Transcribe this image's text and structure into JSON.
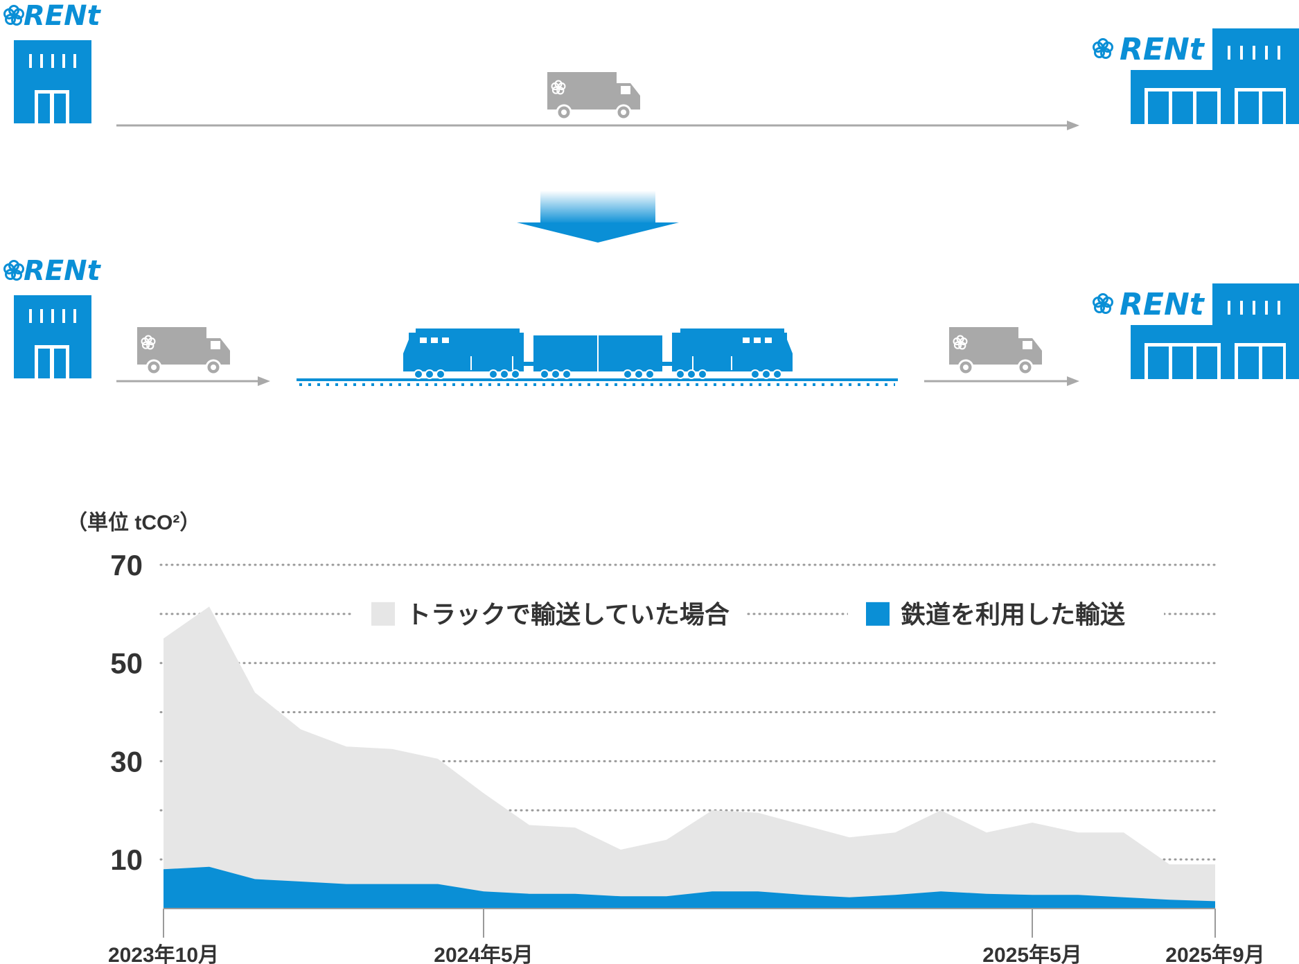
{
  "brand": {
    "logo_text": "RENt",
    "blue": "#0a8fd6",
    "gray": "#a9a9a9"
  },
  "diagram": {
    "top_row": [
      "rent-building-small",
      "truck-gray",
      "rent-building-large"
    ],
    "bottom_row": [
      "rent-building-small",
      "truck-gray",
      "freight-train-blue",
      "truck-gray",
      "rent-building-large"
    ],
    "transition_icon": "arrow-down-icon"
  },
  "chart_data": {
    "type": "area",
    "unit_label": "（単位 tCO²）",
    "ylim": [
      0,
      70
    ],
    "yticks": [
      10,
      30,
      50,
      70
    ],
    "grid": true,
    "x_labels": [
      "2023年10月",
      "2024年5月",
      "2025年5月",
      "2025年9月"
    ],
    "x_label_index": [
      0,
      7,
      19,
      23
    ],
    "legend_position": "top",
    "series": [
      {
        "name": "トラックで輸送していた場合",
        "color": "#e6e6e6",
        "values": [
          55,
          61.5,
          44,
          36.5,
          33,
          32.5,
          30.5,
          23.5,
          17,
          16.5,
          12,
          14,
          20,
          19.5,
          17,
          14.5,
          15.5,
          20,
          15.5,
          17.5,
          15.5,
          15.5,
          9,
          9
        ]
      },
      {
        "name": "鉄道を利用した輸送",
        "color": "#0a8fd6",
        "values": [
          8,
          8.5,
          6,
          5.5,
          5,
          5,
          5,
          3.5,
          3,
          3,
          2.5,
          2.5,
          3.5,
          3.5,
          2.8,
          2.3,
          2.8,
          3.5,
          3,
          2.8,
          2.8,
          2.3,
          1.8,
          1.5
        ]
      }
    ]
  }
}
